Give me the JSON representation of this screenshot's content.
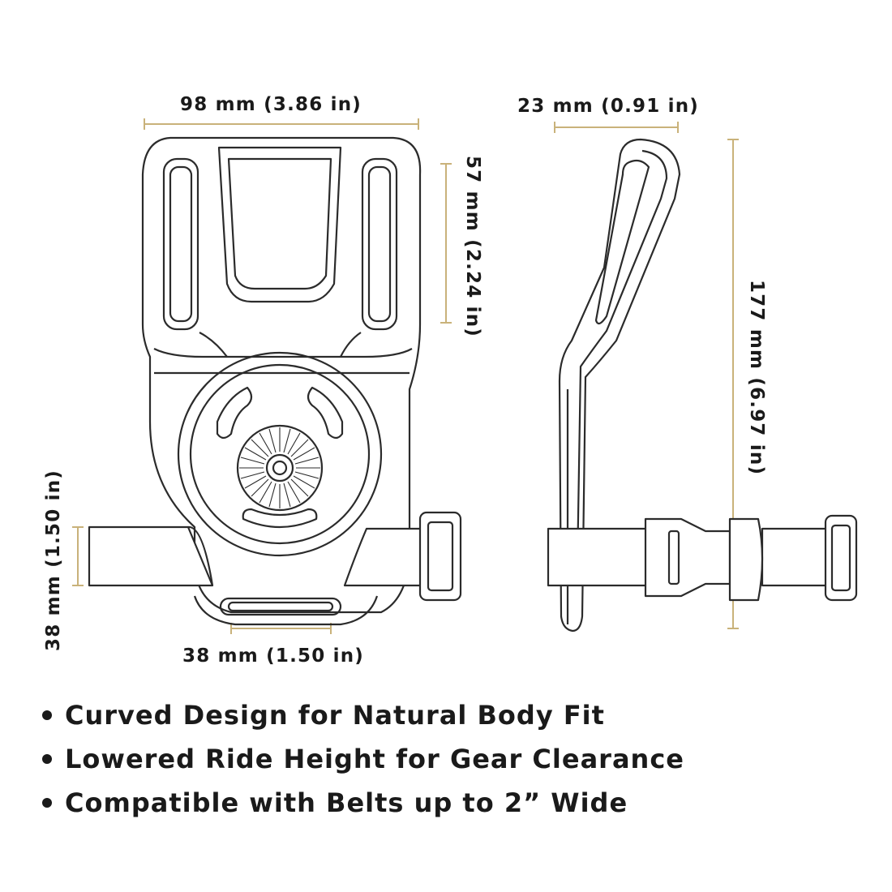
{
  "dimensions": {
    "front_width": "98 mm (3.86 in)",
    "front_height_upper": "57 mm (2.24 in)",
    "side_depth": "23 mm (0.91 in)",
    "side_height": "177 mm (6.97 in)",
    "strap_height": "38 mm (1.50 in)",
    "slot_width": "38 mm (1.50 in)"
  },
  "features": [
    "Curved Design for Natural Body Fit",
    "Lowered Ride Height for Gear Clearance",
    "Compatible with Belts up to 2” Wide"
  ],
  "colors": {
    "dimension_line": "#c9b27a",
    "outline": "#2b2b2b",
    "text": "#1a1a1a"
  }
}
